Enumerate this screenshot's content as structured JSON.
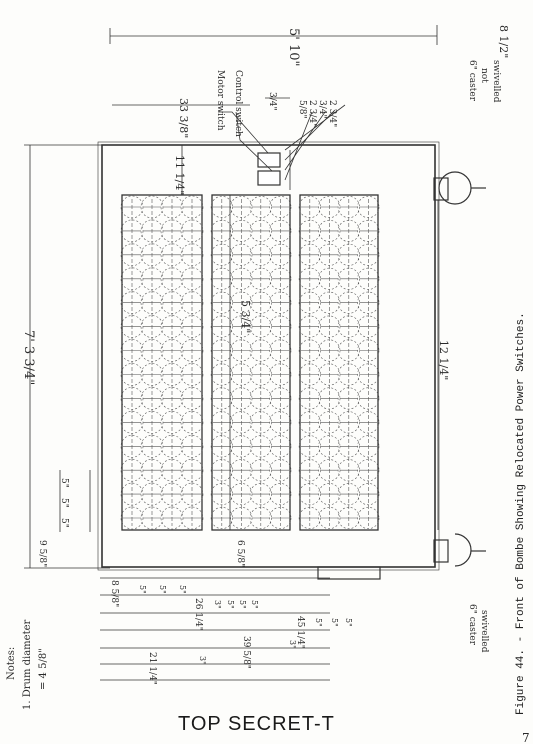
{
  "caption": "Figure 44. - Front of Bombe Showing Relocated Power Switches.",
  "classification": "TOP SECRET-T",
  "notes": {
    "heading": "Notes:",
    "line1": "1. Drum diameter",
    "line2": "= 4 5/8\""
  },
  "dims": {
    "overall_length": "7' 3 3/4\"",
    "overall_height": "5' 10\"",
    "top_offset": "8 1/2\"",
    "left_gap": "33 3/8\"",
    "small_gap": "3/4\"",
    "switch_dims": [
      "5/8\"",
      "2 3/4\"",
      "3/4\"",
      "2 3/4\""
    ],
    "switch_labels": [
      "Motor switch",
      "Control switch"
    ],
    "panel_top": "11 1/4\"",
    "drum_gap": "5 3/4\"",
    "bottom_gap": "12 1/4\"",
    "left_small": "9 5/8\"",
    "left_stack": [
      "5\"",
      "5\"",
      "5\""
    ],
    "lower_left": "6 5/8\"",
    "lower": {
      "row1": [
        "8 5/8\"",
        "5\"",
        "5\"",
        "5\""
      ],
      "row2": [
        "26 1/4\"",
        "3\"",
        "5\"",
        "5\"",
        "5\""
      ],
      "row3": [
        "45 1/4\"",
        "5\"",
        "5\"",
        "5\""
      ],
      "row4": [
        "39 5/8\"",
        "3\""
      ],
      "row5": [
        "21 1/4\"",
        "3\""
      ]
    },
    "caster_top": [
      "6\" caster",
      "not",
      "swivelled"
    ],
    "caster_bottom": [
      "6\" caster",
      "swivelled"
    ]
  },
  "page_mark": "7"
}
